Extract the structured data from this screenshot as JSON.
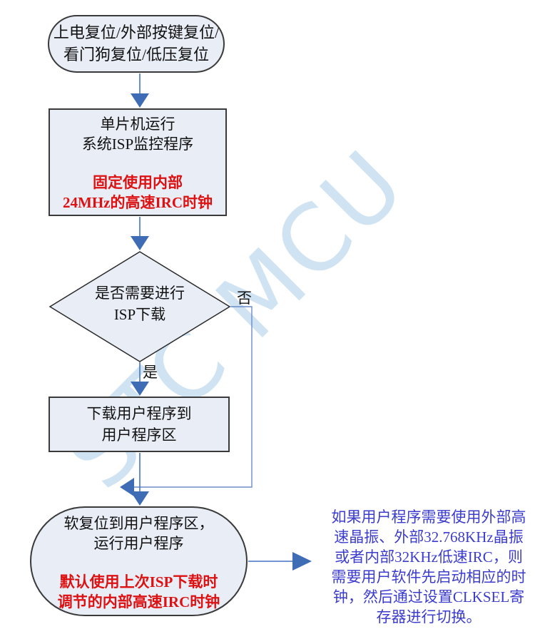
{
  "flowchart": {
    "watermark": "STC MCU",
    "start": {
      "lines": [
        "上电复位/外部按键复位/",
        "看门狗复位/低压复位"
      ]
    },
    "isp_monitor": {
      "black_lines": [
        "单片机运行",
        "系统ISP监控程序"
      ],
      "red_lines": [
        "固定使用内部",
        "24MHz的高速IRC时钟"
      ]
    },
    "decision": {
      "lines": [
        "是否需要进行",
        "ISP下载"
      ],
      "yes_label": "是",
      "no_label": "否"
    },
    "download": {
      "lines": [
        "下载用户程序到",
        "用户程序区"
      ]
    },
    "soft_reset": {
      "black_lines": [
        "软复位到用户程序区，",
        "运行用户程序"
      ],
      "red_lines": [
        "默认使用上次ISP下载时",
        "调节的内部高速IRC时钟"
      ]
    },
    "note": {
      "lines": [
        "如果用户程序需要使用外部高",
        "速晶振、外部32.768KHz晶振",
        "或者内部32KHz低速IRC，则",
        "需要用户软件先启动相应的时",
        "钟，然后通过设置CLKSEL寄",
        "存器进行切换。"
      ]
    }
  },
  "colors": {
    "accent_blue": "#4472c4",
    "loop_line_blue": "#6b8cc7",
    "red_text": "#dd1111",
    "note_blue": "#3c3ccd",
    "shape_fill": "#e9edf6",
    "shape_border": "#3a3a3a",
    "watermark_blue": "#cfe3f3"
  }
}
